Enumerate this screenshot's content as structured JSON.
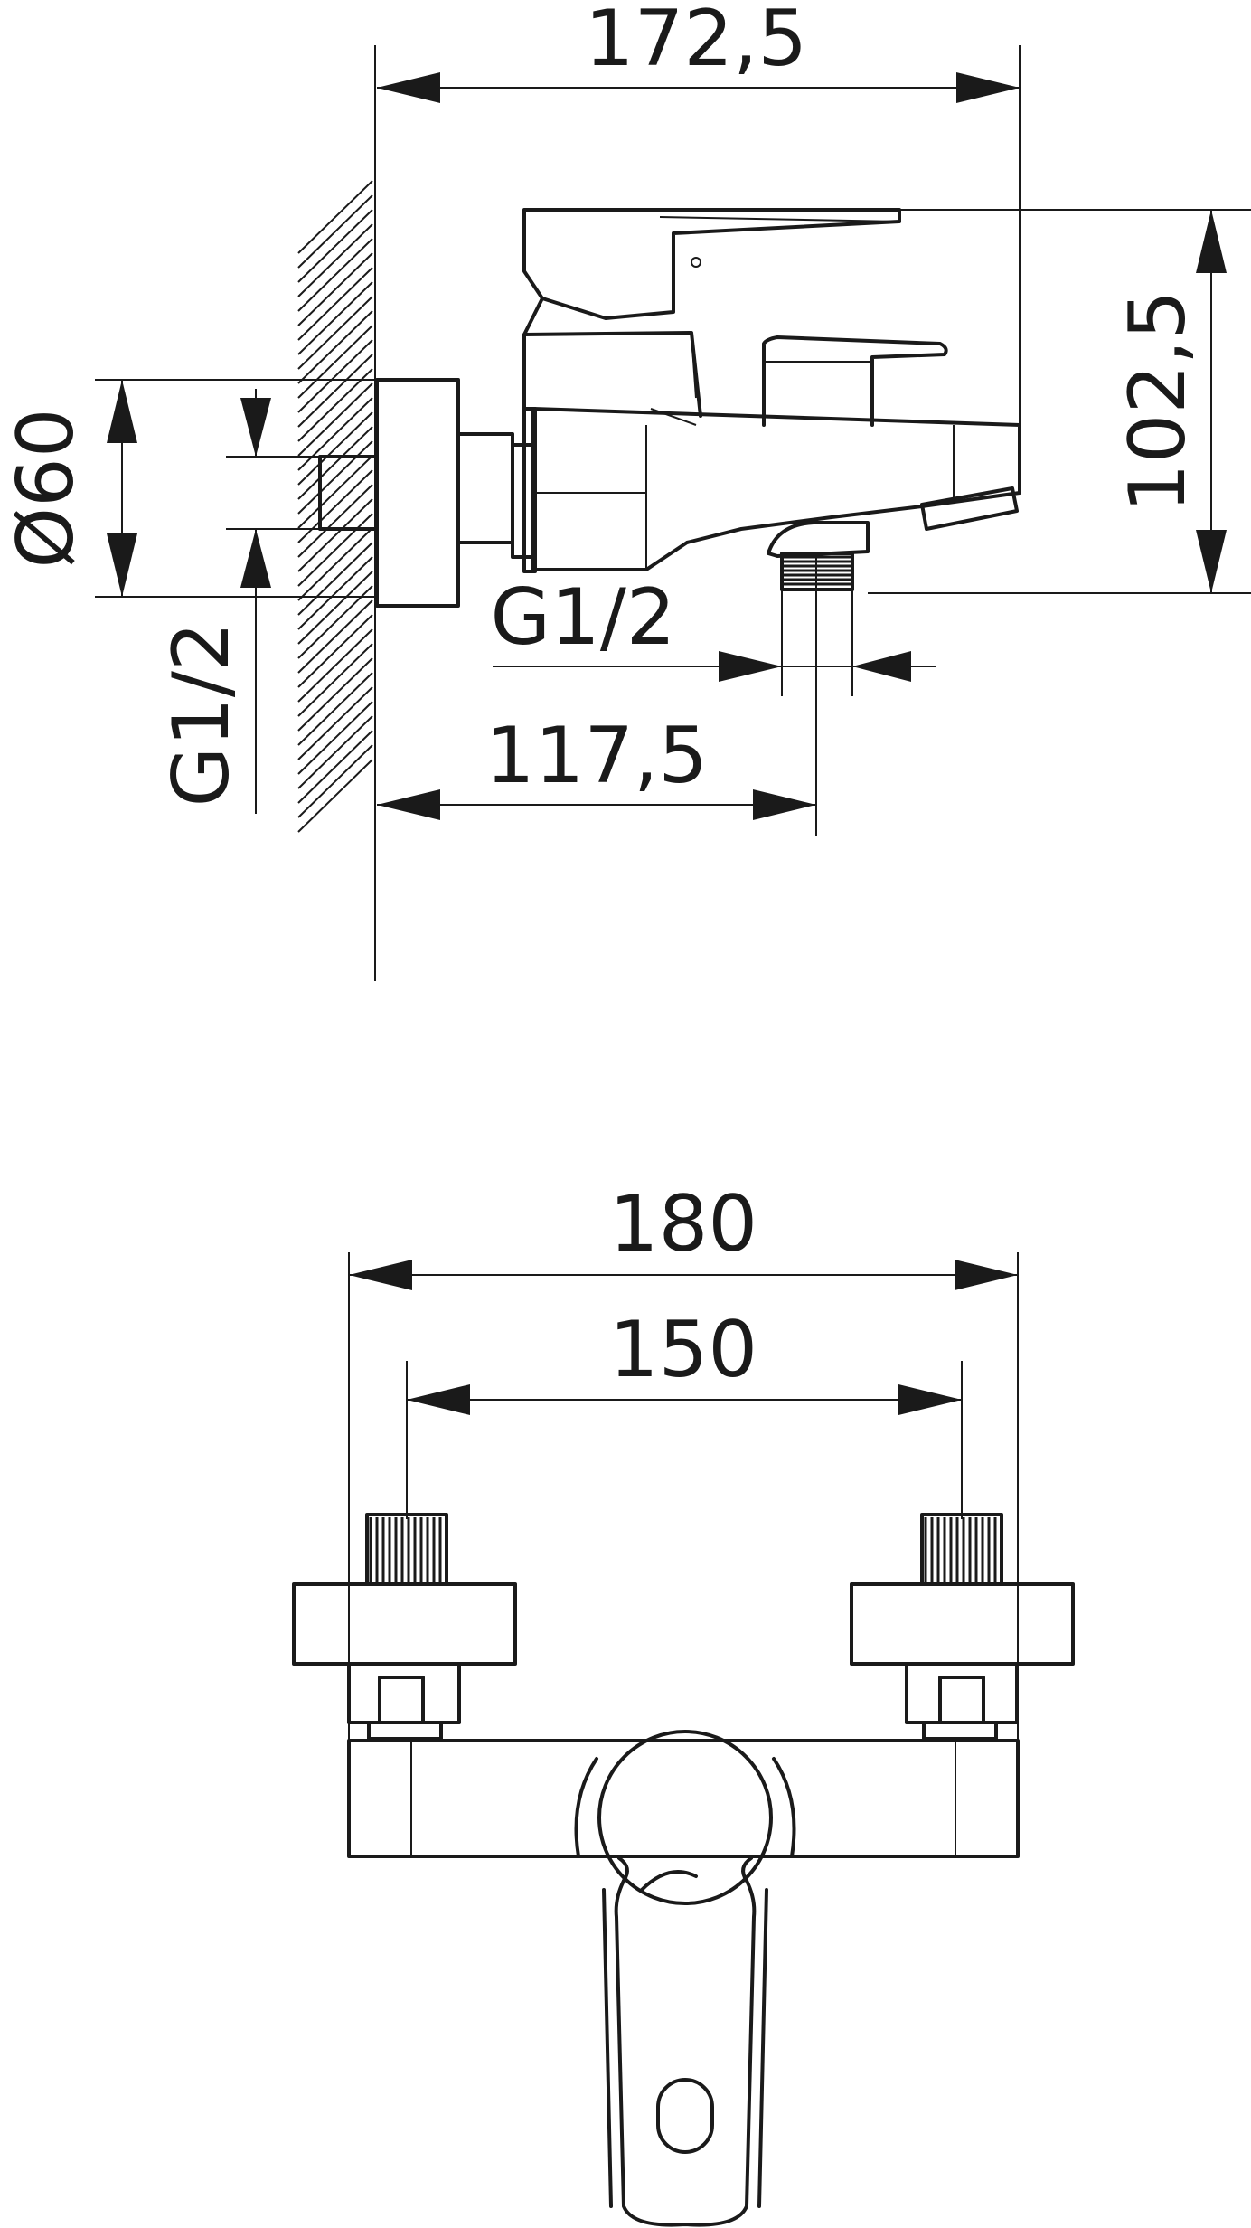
{
  "dimensions": {
    "overall_width": "172,5",
    "height": "102,5",
    "diameter": "Ø60",
    "wall_inlet_thread": "G1/2",
    "outlet_thread": "G1/2",
    "outlet_distance": "117,5",
    "front_width": "180",
    "inlet_centers": "150"
  }
}
